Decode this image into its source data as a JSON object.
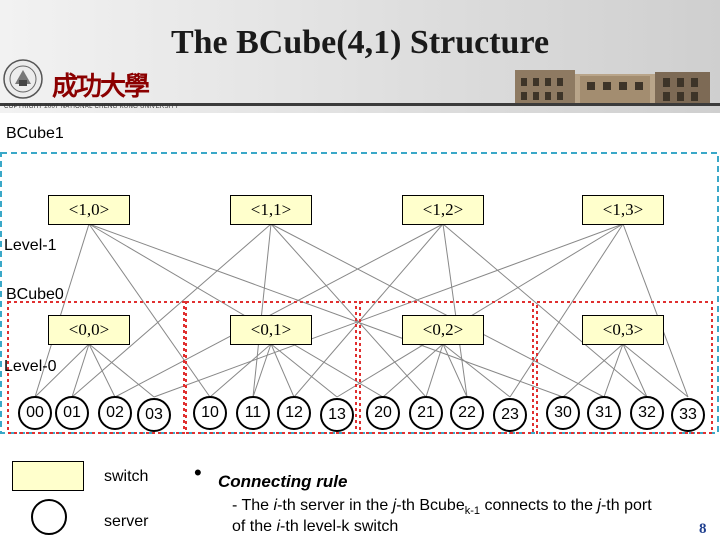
{
  "slide": {
    "title": "The BCube(4,1) Structure",
    "logo_text": "成功大學",
    "copyright": "COPYRIGHT 2007 NATIONAL CHENG KUNG UNIVERSITY",
    "page_number": "8"
  },
  "labels": {
    "bcube1": "BCube1",
    "bcube0": "BCube0",
    "level1": "Level-1",
    "level0": "Level-0"
  },
  "level1_switches": [
    "<1,0>",
    "<1,1>",
    "<1,2>",
    "<1,3>"
  ],
  "level0_switches": [
    "<0,0>",
    "<0,1>",
    "<0,2>",
    "<0,3>"
  ],
  "servers": [
    [
      "00",
      "01",
      "02",
      "03"
    ],
    [
      "10",
      "11",
      "12",
      "13"
    ],
    [
      "20",
      "21",
      "22",
      "23"
    ],
    [
      "30",
      "31",
      "32",
      "33"
    ]
  ],
  "legend": {
    "switch_label": "switch",
    "server_label": "server"
  },
  "connecting_rule": {
    "title": "Connecting rule",
    "line1_a": "- The ",
    "line1_i": "i",
    "line1_b": "-th server in the ",
    "line1_j": "j",
    "line1_c": "-th Bcube",
    "line1_sub": "k-1",
    "line1_d": " connects to the ",
    "line1_j2": "j",
    "line1_e": "-th port",
    "line2_a": "of the ",
    "line2_i": "i",
    "line2_b": "-th level-k switch"
  },
  "colors": {
    "switch_fill": "#ffffcc",
    "bcube1_border": "#3aa8c8",
    "bcube0_border": "#e03030",
    "wire": "#888888"
  }
}
